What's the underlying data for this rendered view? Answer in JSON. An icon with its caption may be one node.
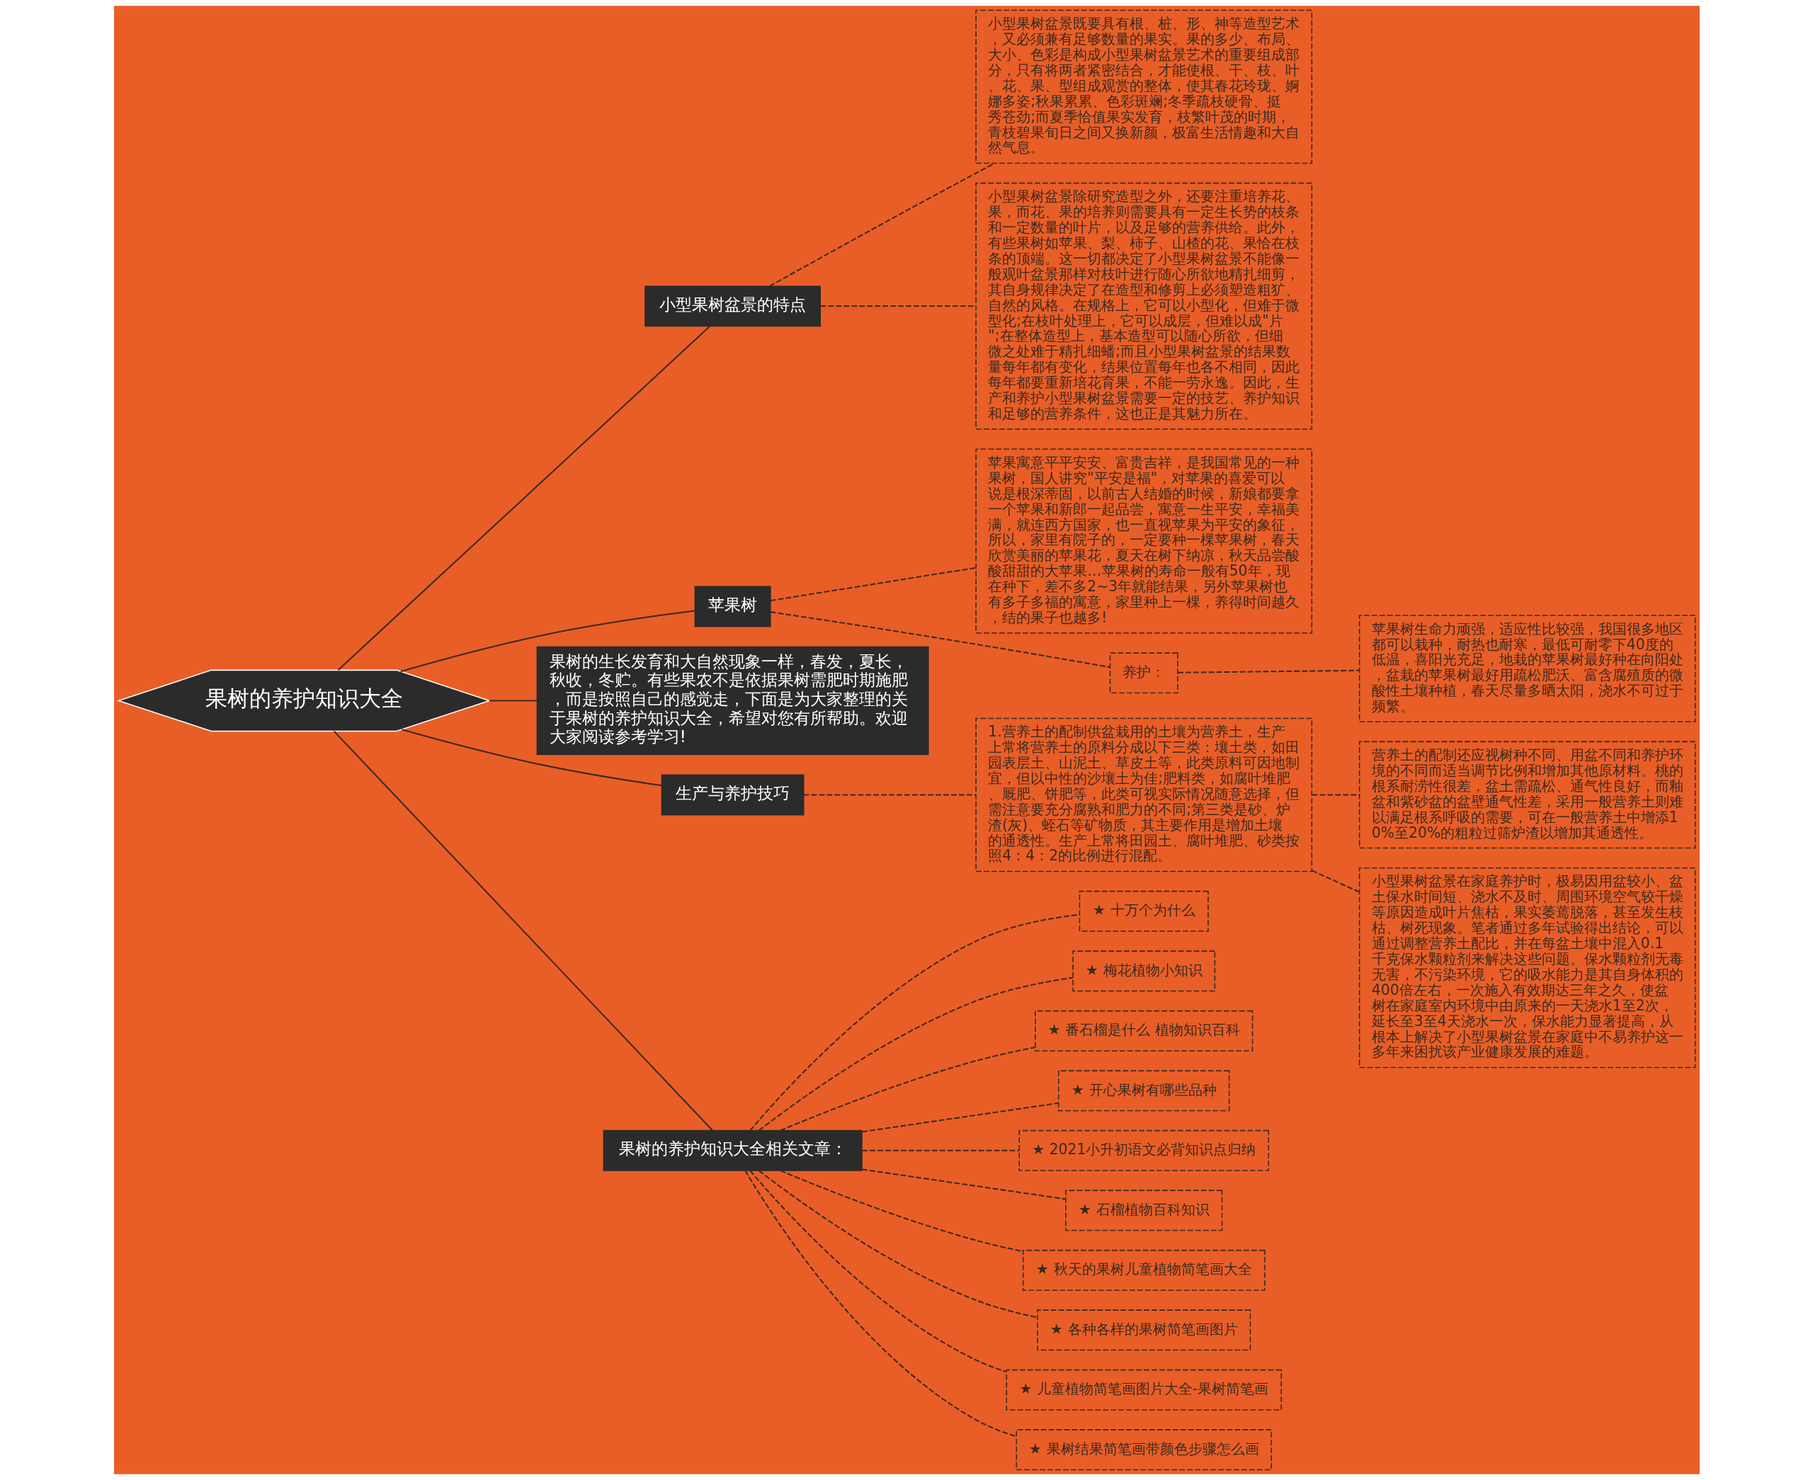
{
  "diagram": {
    "nodes": [
      {
        "text": [
          "果树的养护知识大全"
        ]
      },
      {
        "text": [
          "小型果树盆景的特点"
        ]
      },
      {
        "text": [
          "小型果树盆景既要具有根、桩、形、神等造型艺术，又必须兼有足够数量的果实。果的多少、布局、大小、色彩是构成小型果树盆景艺术的重要组成部分，只有将两者紧密结合，才能使根、干、枝、叶、花、果、型组成观赏的整体，使其春花玲珑、婀娜多姿;秋果累累、色彩斑斓;冬季疏枝硬骨、挺秀苍劲;而夏季恰值果实发育，枝繁叶茂的时期，青枝碧果旬日之间又换新颜，极富生活情趣和大自然气息。"
        ]
      },
      {
        "text": [
          "小型果树盆景除研究造型之外，还要注重培养花、果，而花、果的培养则需要具有一定生长势的枝条和一定数量的叶片，以及足够的营养供给。此外，有些果树如苹果、梨、柿子、山楂的花、果恰在枝条的顶端。这一切都决定了小型果树盆景不能像一般观叶盆景那样对枝叶进行随心所欲地精扎细剪，其自身规律决定了在造型和修剪上必须塑造粗犷、自然的风格。在规格上，它可以小型化，但难于微型化;在枝叶处理上，它可以成层，但难以成\"片\";在整体造型上，基本造型可以随心所欲，但细微之处难于精扎细蟠;而且小型果树盆景的结果数量每年都有变化，结果位置每年也各不相同，因此每年都要重新培花育果，不能一劳永逸。因此，生产和养护小型果树盆景需要一定的技艺、养护知识和足够的营养条件，这也正是其魅力所在。"
        ]
      },
      {
        "text": [
          "苹果树"
        ]
      },
      {
        "text": [
          "苹果寓意平平安安、富贵吉祥，是我国常见的一种果树，国人讲究\"平安是福\"，对苹果的喜爱可以说是根深蒂固，以前古人结婚的时候，新娘都要拿一个苹果和新郎一起品尝，寓意一生平安，幸福美满，就连西方国家，也一直视苹果为平安的象征，所以，家里有院子的，一定要种一棵苹果树，春天欣赏美丽的苹果花，夏天在树下纳凉，秋天品尝酸酸甜甜的大苹果…苹果树的寿命一般有50年，现在种下，差不多2~3年就能结果，另外苹果树也有多子多福的寓意，家里种上一棵，养得时间越久，结的果子也越多!"
        ]
      },
      {
        "text": [
          "养护："
        ]
      },
      {
        "text": [
          "苹果树生命力顽强，适应性比较强，我国很多地区都可以栽种，耐热也耐寒，最低可耐零下40度的低温，喜阳光充足，地栽的苹果树最好种在向阳处，盆栽的苹果树最好用疏松肥沃、富含腐殖质的微酸性土壤种植，春天尽量多晒太阳，浇水不可过于频繁。"
        ]
      },
      {
        "text": [
          "果树的生长发育和大自然现象一样，春发，夏长，秋收，冬贮。有些果农不是依据果树需肥时期施肥，而是按照自己的感觉走，下面是为大家整理的关于果树的养护知识大全，希望对您有所帮助。欢迎大家阅读参考学习!"
        ]
      },
      {
        "text": [
          "生产与养护技巧"
        ]
      },
      {
        "text": [
          "1.营养土的配制供盆栽用的土壤为营养土，生产上常将营养土的原料分成以下三类：壤土类，如田园表层土、山泥土、草皮土等，此类原料可因地制宜，但以中性的沙壤土为佳;肥料类，如腐叶堆肥、厩肥、饼肥等，此类可视实际情况随意选择，但需注意要充分腐熟和肥力的不同;第三类是砂、炉渣(灰)、蛭石等矿物质，其主要作用是增加土壤的通透性。生产上常将田园土、腐叶堆肥、砂类按照4：4：2的比例进行混配。"
        ]
      },
      {
        "text": [
          "营养土的配制还应视树种不同、用盆不同和养护环境的不同而适当调节比例和增加其他原材料。桃的根系耐涝性很差，盆土需疏松、通气性良好，而釉盆和紫砂盆的盆壁通气性差，采用一般营养土则难以满足根系呼吸的需要，可在一般营养土中增添10%至20%的粗粒过筛炉渣以增加其通透性。"
        ]
      },
      {
        "text": [
          "小型果树盆景在家庭养护时，极易因用盆较小、盆土保水时间短、浇水不及时、周围环境空气较干燥等原因造成叶片焦枯，果实萎蔫脱落，甚至发生枝枯、树死现象。笔者通过多年试验得出结论，可以通过调整营养土配比，并在每盆土壤中混入0.1千克保水颗粒剂来解决这些问题。保水颗粒剂无毒无害，不污染环境，它的吸水能力是其自身体积的400倍左右，一次施入有效期达三年之久，使盆树在家庭室内环境中由原来的一天浇水1至2次，延长至3至4天浇水一次，保水能力显著提高，从根本上解决了小型果树盆景在家庭中不易养护这一多年来困扰该产业健康发展的难题。"
        ]
      },
      {
        "text": [
          "果树的养护知识大全相关文章："
        ]
      },
      {
        "text": [
          "★ 十万个为什么"
        ]
      },
      {
        "text": [
          "★ 梅花植物小知识"
        ]
      },
      {
        "text": [
          "★ 番石榴是什么 植物知识百科"
        ]
      },
      {
        "text": [
          "★ 开心果树有哪些品种"
        ]
      },
      {
        "text": [
          "★ 2021小升初语文必背知识点归纳"
        ]
      },
      {
        "text": [
          "★ 石榴植物百科知识"
        ]
      },
      {
        "text": [
          "★ 秋天的果树儿童植物简笔画大全"
        ]
      },
      {
        "text": [
          "★ 各种各样的果树简笔画图片"
        ]
      },
      {
        "text": [
          "★ 儿童植物简笔画图片大全-果树简笔画"
        ]
      },
      {
        "text": [
          "★ 果树结果简笔画带颜色步骤怎么画"
        ]
      }
    ],
    "edges": [
      {
        "from": 0,
        "to": 1,
        "arrow": "none"
      },
      {
        "from": 1,
        "to": 2,
        "arrow": "none",
        "style": "dashed"
      },
      {
        "from": 1,
        "to": 3,
        "arrow": "none",
        "style": "dashed"
      },
      {
        "from": 0,
        "to": 4,
        "arrow": "none"
      },
      {
        "from": 4,
        "to": 5,
        "arrow": "none",
        "style": "dashed"
      },
      {
        "from": 4,
        "to": 6,
        "arrow": "none",
        "style": "dashed"
      },
      {
        "from": 6,
        "to": 7,
        "arrow": "none",
        "style": "dashed"
      },
      {
        "from": 0,
        "to": 8,
        "arrow": "none"
      },
      {
        "from": 0,
        "to": 9,
        "arrow": "none"
      },
      {
        "from": 9,
        "to": 10,
        "arrow": "none",
        "style": "dashed"
      },
      {
        "from": 10,
        "to": 11,
        "arrow": "none",
        "style": "dashed"
      },
      {
        "from": 10,
        "to": 12,
        "arrow": "none",
        "style": "dashed"
      },
      {
        "from": 0,
        "to": 13,
        "arrow": "none"
      },
      {
        "from": 13,
        "to": 14,
        "arrow": "none",
        "style": "dashed"
      },
      {
        "from": 13,
        "to": 15,
        "arrow": "none",
        "style": "dashed"
      },
      {
        "from": 13,
        "to": 16,
        "arrow": "none",
        "style": "dashed"
      },
      {
        "from": 13,
        "to": 17,
        "arrow": "none",
        "style": "dashed"
      },
      {
        "from": 13,
        "to": 18,
        "arrow": "none",
        "style": "dashed"
      },
      {
        "from": 13,
        "to": 19,
        "arrow": "none",
        "style": "dashed"
      },
      {
        "from": 13,
        "to": 20,
        "arrow": "none",
        "style": "dashed"
      },
      {
        "from": 13,
        "to": 21,
        "arrow": "none",
        "style": "dashed"
      },
      {
        "from": 13,
        "to": 22,
        "arrow": "none",
        "style": "dashed"
      },
      {
        "from": 13,
        "to": 23,
        "arrow": "none",
        "style": "dashed"
      }
    ]
  }
}
